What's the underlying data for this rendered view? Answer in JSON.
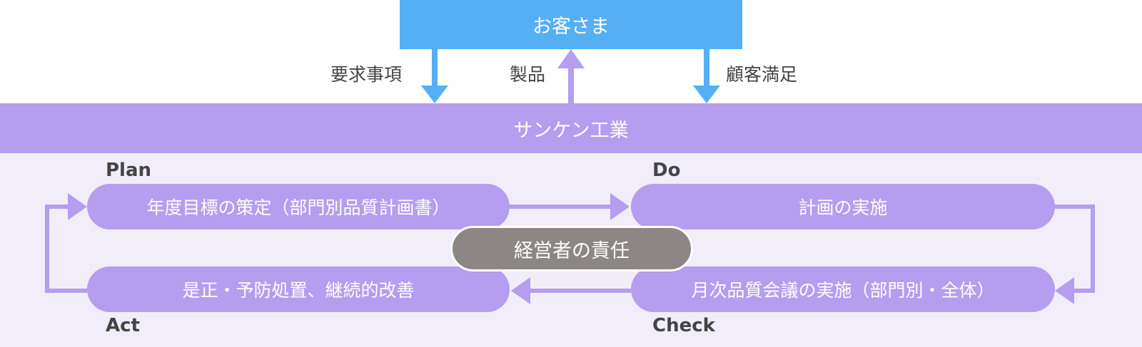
{
  "customer": {
    "label": "お客さま"
  },
  "company": {
    "label": "サンケン工業"
  },
  "flows": {
    "requirements": "要求事項",
    "products": "製品",
    "satisfaction": "顧客満足"
  },
  "cycle": {
    "plan": {
      "phase": "Plan",
      "text": "年度目標の策定（部門別品質計画書）"
    },
    "do": {
      "phase": "Do",
      "text": "計画の実施"
    },
    "check": {
      "phase": "Check",
      "text": "月次品質会議の実施（部門別・全体）"
    },
    "act": {
      "phase": "Act",
      "text": "是正・予防処置、継続的改善"
    },
    "center": "経営者の責任"
  },
  "colors": {
    "customer": "#55aff5",
    "company": "#b59def",
    "panel": "#f1eef9",
    "center": "#8c8784",
    "arrow_blue": "#55aff5",
    "arrow_purple": "#b59def"
  }
}
